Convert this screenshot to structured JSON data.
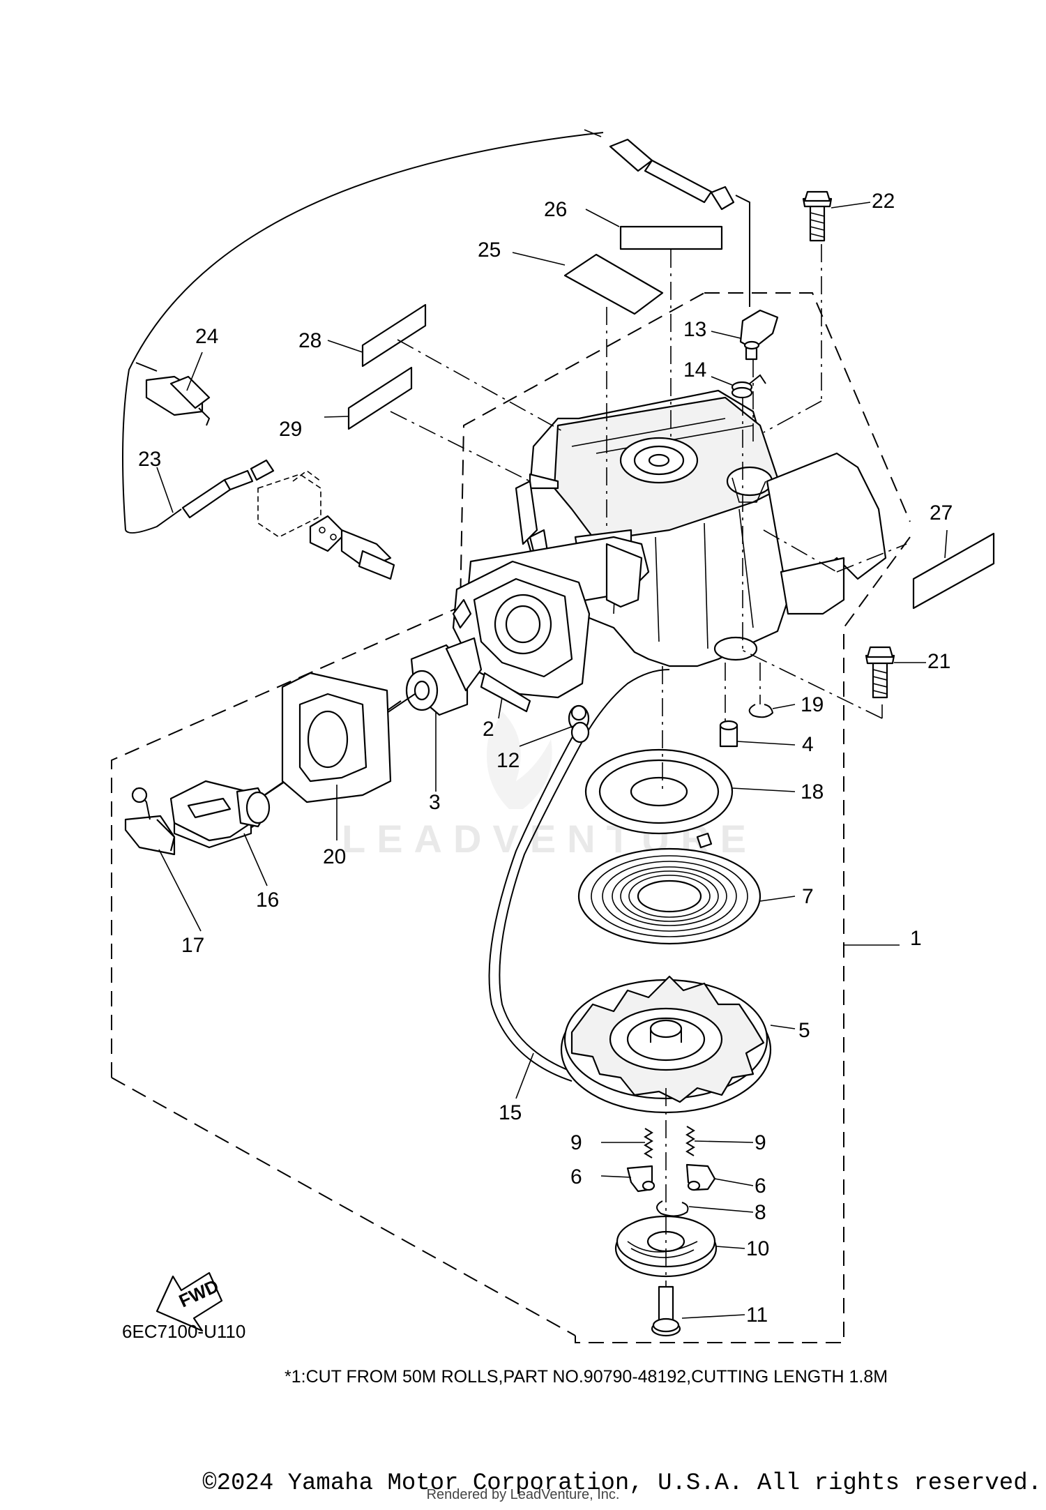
{
  "diagram_code": "6EC7100-U110",
  "footnote": "*1:CUT FROM 50M ROLLS,PART NO.90790-48192,CUTTING LENGTH 1.8M",
  "copyright": "©2024 Yamaha Motor Corporation, U.S.A. All rights reserved.",
  "rendered_by": "Rendered by LeadVenture, Inc.",
  "watermark": "LEADVENTURE",
  "fwd_label": "FWD",
  "callouts": {
    "c1": "1",
    "c2": "2",
    "c3": "3",
    "c4": "4",
    "c5": "5",
    "c6a": "6",
    "c6b": "6",
    "c7": "7",
    "c8": "8",
    "c9a": "9",
    "c9b": "9",
    "c10": "10",
    "c11": "11",
    "c12": "12",
    "c13": "13",
    "c14": "14",
    "c15": "15",
    "c16": "16",
    "c17": "17",
    "c18": "18",
    "c19": "19",
    "c20": "20",
    "c21": "21",
    "c22": "22",
    "c23": "23",
    "c24": "24",
    "c25": "25",
    "c26": "26",
    "c27": "27",
    "c28": "28",
    "c29": "29"
  }
}
